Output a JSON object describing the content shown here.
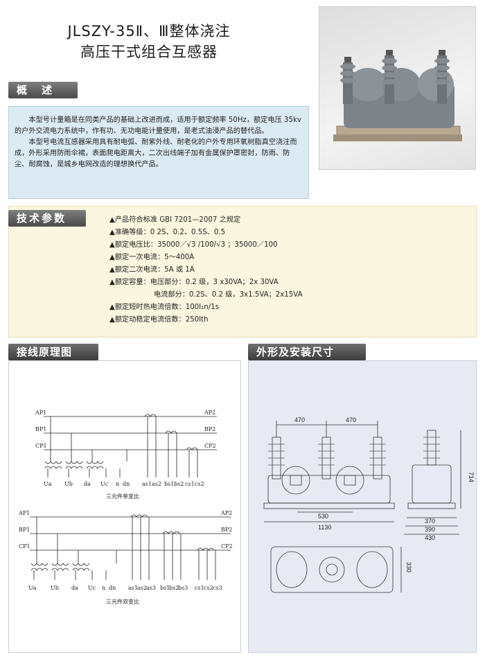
{
  "header": {
    "title_line1": "JLSZY-35Ⅱ、Ⅲ整体浇注",
    "title_line2": "高压干式组合互感器"
  },
  "overview": {
    "heading": "概　述",
    "paragraphs": [
      "本型号计量箱是在同类产品的基础上改进而成，适用于额定频率 50Hz，额定电压 35kv 的户外交流电力系统中，作有功、无功电能计量使用，是老式油浸产品的替代品。",
      "本型号电流互感器采用具有耐电弧、耐紫外线、耐老化的户外专用环氧树脂真空浇注而成，外形采用防雨伞裙，表面爬电距离大，二次出线端子加有金属保护罩密封，防雨、防尘、耐腐蚀，是城乡电网改造的理想换代产品。"
    ]
  },
  "specs": {
    "heading": "技术参数",
    "items": [
      "▲产品符合标准 GBI 7201—2007 之规定",
      "▲准确等级：0 2S、0.2、0.5S、0.5",
      "▲额定电压比：35000／√3 /100/√3 ；35000／100",
      "▲额定一次电流：5～400A",
      "▲额定二次电流：5A 或 1A",
      "▲额定容量：电压部分：0.2 级，3 x30VA；2x 30VA",
      "电流部分：0.2S、0.2 级，3x1.5VA；2x15VA",
      "▲额定短时热电流倍数：100I₁n/1s",
      "▲额定动稳定电流倍数：250Ith"
    ]
  },
  "wiring": {
    "heading": "接线原理图",
    "diagram1": {
      "lines": [
        "AP1",
        "BP1",
        "CP1",
        "AP2",
        "BP2",
        "CP2"
      ],
      "terminals": [
        "Ua",
        "Ub",
        "da",
        "Uc",
        "n",
        "dn",
        "as1",
        "as2",
        "bs1",
        "bs2",
        "cs1",
        "cs2"
      ],
      "caption": "三元件单变比"
    },
    "diagram2": {
      "lines": [
        "AP1",
        "BP1",
        "CP1",
        "AP2",
        "BP2",
        "CP2"
      ],
      "terminals": [
        "Ua",
        "Ub",
        "da",
        "Uc",
        "n",
        "dn",
        "as1",
        "as2",
        "as3",
        "bs1",
        "bs2",
        "bs3",
        "cs1",
        "cs2",
        "cs3"
      ],
      "caption": "三元件双变比"
    }
  },
  "dimensions": {
    "heading": "外形及安装尺寸",
    "values": [
      "470",
      "470",
      "530",
      "1130",
      "714",
      "370",
      "390",
      "430",
      "330"
    ]
  }
}
